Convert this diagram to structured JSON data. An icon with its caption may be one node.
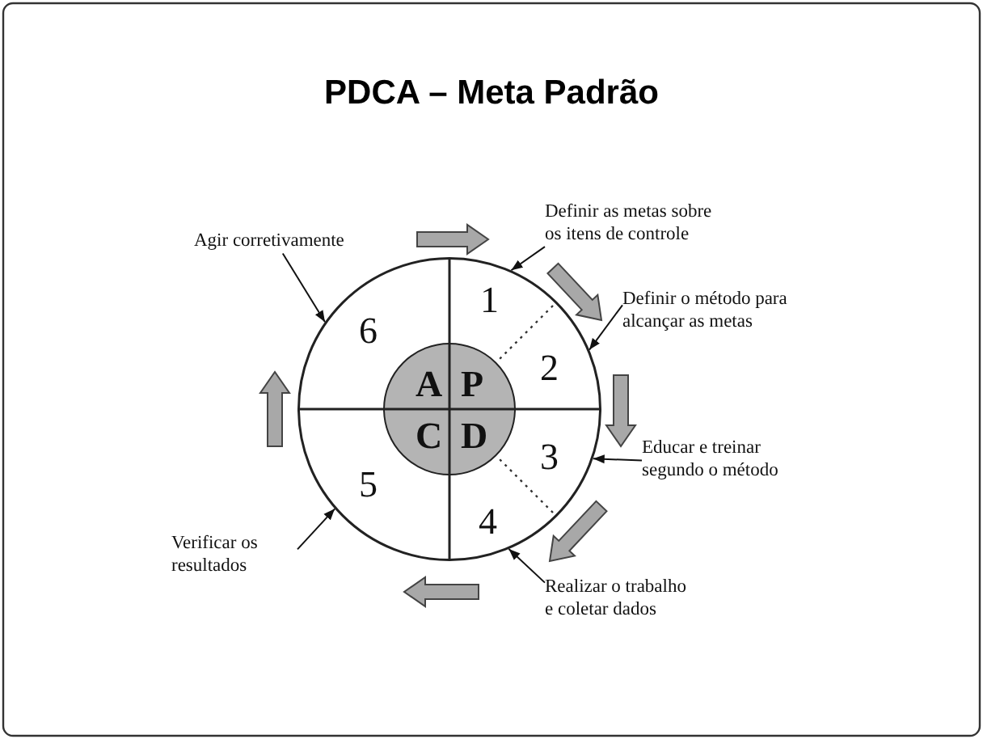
{
  "diagram": {
    "title": "PDCA – Meta Padrão",
    "nodes": [
      {
        "text": [
          "1",
          "2",
          "3",
          "4",
          "5",
          "6"
        ]
      },
      {
        "text": [
          "A",
          "P",
          "C",
          "D"
        ],
        "in": 0
      },
      {
        "text": [
          "Definir as metas sobre os itens de controle"
        ]
      },
      {
        "text": [
          "Definir o método para alcançar as metas"
        ]
      },
      {
        "text": [
          "Educar e treinar segundo o método"
        ]
      },
      {
        "text": [
          "Realizar o trabalho e coletar dados"
        ]
      },
      {
        "text": [
          "Verificar os resultados"
        ]
      },
      {
        "text": [
          "Agir corretivamente"
        ]
      }
    ],
    "edges": [
      {
        "from": 2,
        "to": 0,
        "arrow": "to"
      },
      {
        "from": 3,
        "to": 0,
        "arrow": "to"
      },
      {
        "from": 4,
        "to": 0,
        "arrow": "to"
      },
      {
        "from": 5,
        "to": 0,
        "arrow": "to"
      },
      {
        "from": 6,
        "to": 0,
        "arrow": "to"
      },
      {
        "from": 7,
        "to": 0,
        "arrow": "to"
      },
      {
        "from": 7,
        "to": 2,
        "arrow": "to",
        "style": "thick"
      },
      {
        "from": 2,
        "to": 3,
        "arrow": "to",
        "style": "thick"
      },
      {
        "from": 3,
        "to": 4,
        "arrow": "to",
        "style": "thick"
      },
      {
        "from": 4,
        "to": 5,
        "arrow": "to",
        "style": "thick"
      }
    ]
  }
}
